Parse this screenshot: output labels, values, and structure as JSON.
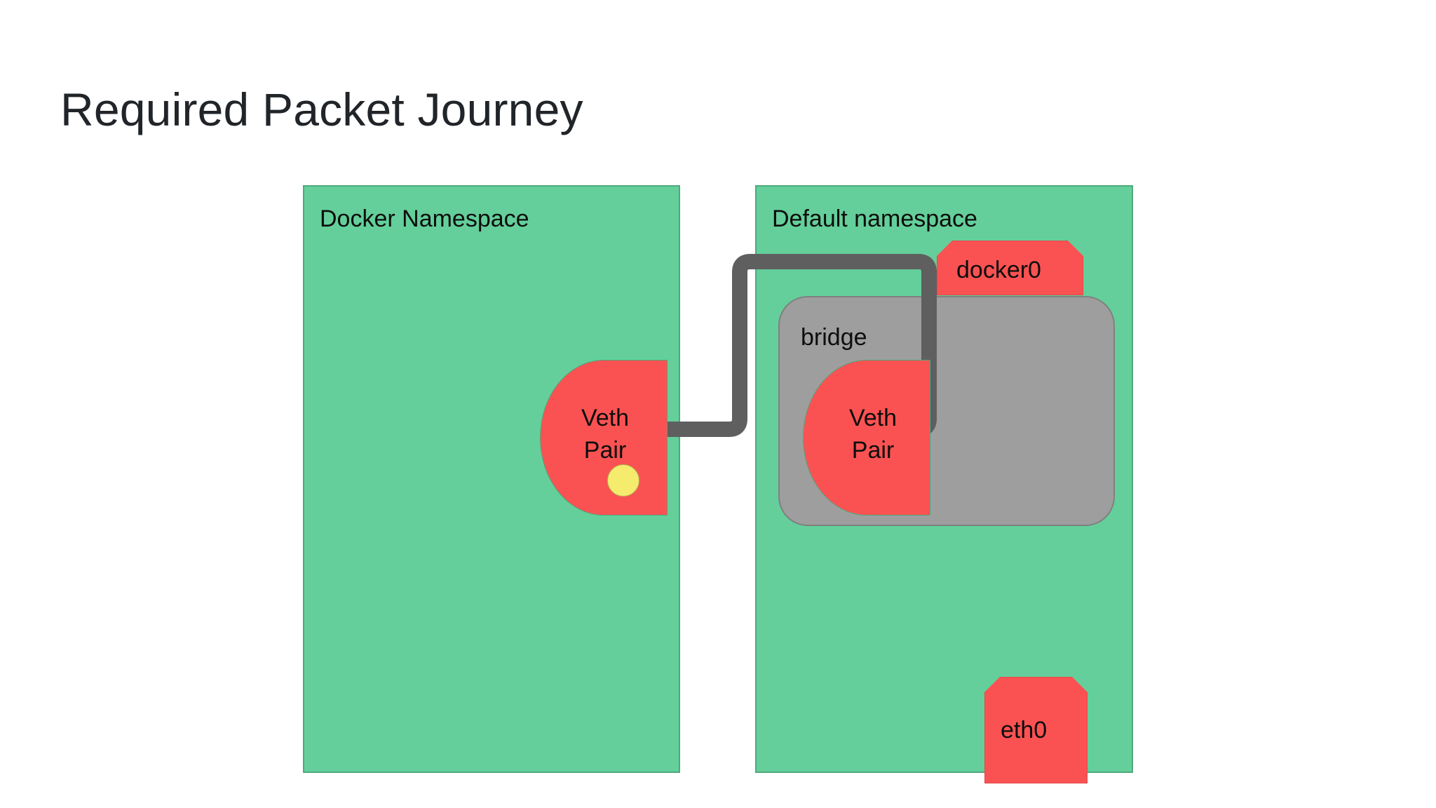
{
  "slide": {
    "title": "Required Packet Journey",
    "background": "#ffffff"
  },
  "colors": {
    "namespace_fill": "#64cf9a",
    "namespace_border": "#50a87d",
    "bridge_fill": "#9e9e9e",
    "bridge_border": "#808080",
    "interface_fill": "#fa5252",
    "packet_fill": "#f5ec6e",
    "connector": "#5f5f5f",
    "text": "#0d0d0d",
    "title_text": "#212529"
  },
  "namespaces": [
    {
      "id": "docker-namespace",
      "label": "Docker Namespace"
    },
    {
      "id": "default-namespace",
      "label": "Default namespace"
    }
  ],
  "bridge": {
    "label": "bridge"
  },
  "interfaces": [
    {
      "id": "docker0",
      "label": "docker0"
    },
    {
      "id": "eth0",
      "label": "eth0"
    }
  ],
  "veth_pairs": [
    {
      "id": "veth-left",
      "label_line1": "Veth",
      "label_line2": "Pair",
      "namespace": "Docker Namespace",
      "has_packet": true
    },
    {
      "id": "veth-right",
      "label_line1": "Veth",
      "label_line2": "Pair",
      "namespace": "Default namespace",
      "has_packet": false
    }
  ],
  "packet": {
    "name": "packet-dot"
  },
  "connector": {
    "name": "veth-pair-link",
    "description": "Link between Docker namespace veth and default namespace veth"
  }
}
